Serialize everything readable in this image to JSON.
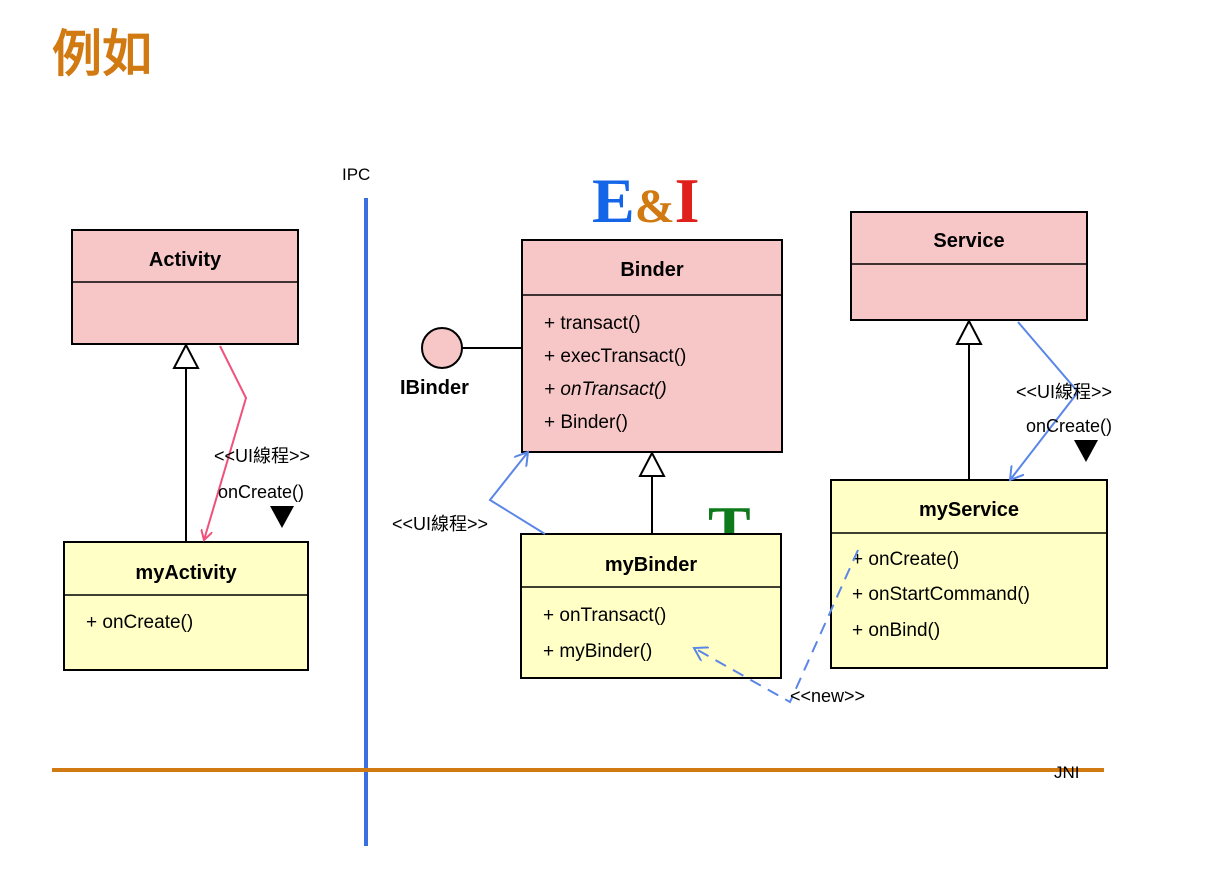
{
  "title": "例如",
  "ipc_label": "IPC",
  "jni_label": "JNI",
  "badges": {
    "ei": {
      "e": "E",
      "amp": "&",
      "i": "I",
      "e_color": "#1565e8",
      "amp_color": "#d27a12",
      "i_color": "#e0201a"
    },
    "t": {
      "text": "T",
      "color": "#0e7a1c"
    }
  },
  "colors": {
    "abstract_fill": "#f7c6c6",
    "concrete_fill": "#ffffc6",
    "ipc_line": "#3a6fe0",
    "jni_line": "#d27a12",
    "pink_arrow": "#f0507a",
    "blue_arrow": "#5a86e8"
  },
  "classes": {
    "activity": {
      "name": "Activity",
      "members": []
    },
    "my_activity": {
      "name": "myActivity",
      "members": [
        "+ onCreate()"
      ]
    },
    "binder": {
      "name": "Binder",
      "members": [
        "+ transact()",
        "+ execTransact()",
        "+ onTransact()",
        "+ Binder()"
      ]
    },
    "my_binder": {
      "name": "myBinder",
      "members": [
        "+ onTransact()",
        "+ myBinder()"
      ]
    },
    "service": {
      "name": "Service",
      "members": []
    },
    "my_service": {
      "name": "myService",
      "members": [
        "+ onCreate()",
        "+ onStartCommand()",
        "+ onBind()"
      ]
    }
  },
  "interface": {
    "name": "IBinder"
  },
  "notes": {
    "activity_thread": "<<UI線程>>",
    "activity_call": "onCreate()",
    "binder_thread": "<<UI線程>>",
    "service_thread": "<<UI線程>>",
    "service_call": "onCreate()",
    "new_label": "<<new>>"
  }
}
